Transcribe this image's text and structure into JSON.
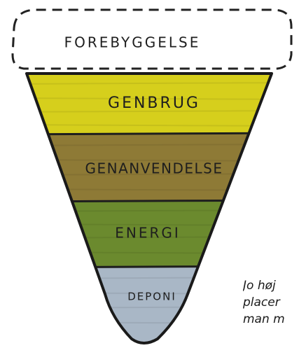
{
  "levels": [
    {
      "label": "FOREBYGGELSE",
      "color": "#ffffff"
    },
    {
      "label": "GENBRUG",
      "color": "#d6cf1c"
    },
    {
      "label": "GENANVENDELSE",
      "color": "#8e7a36"
    },
    {
      "label": "ENERGI",
      "color": "#6b8a2e"
    },
    {
      "label": "DEPONI",
      "color": "#a9b7c6"
    }
  ],
  "caption": {
    "line1": "Jo høj",
    "line2": "placer",
    "line3": "man m"
  }
}
